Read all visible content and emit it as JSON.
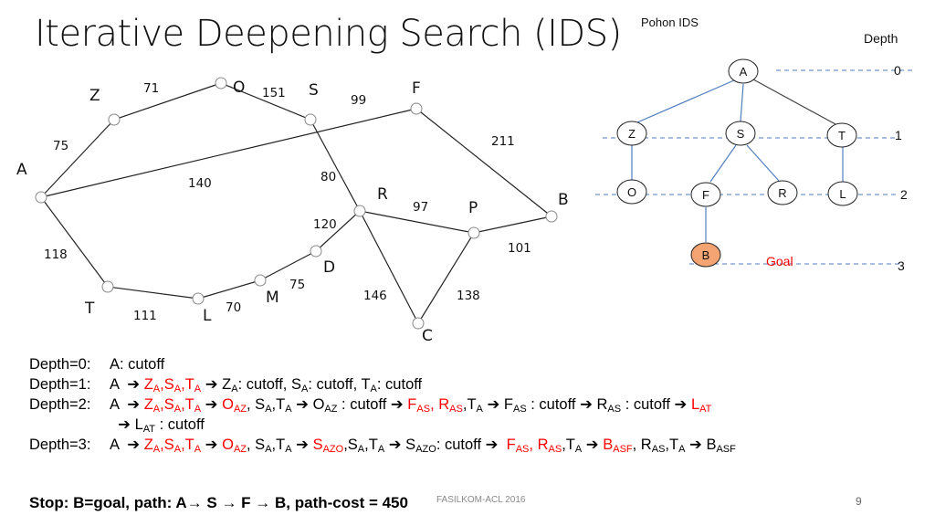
{
  "title": "Iterative Deepening Search (IDS)",
  "map": {
    "cities": [
      {
        "id": "A",
        "label": "A"
      },
      {
        "id": "Z",
        "label": "Z"
      },
      {
        "id": "O",
        "label": "O"
      },
      {
        "id": "S",
        "label": "S"
      },
      {
        "id": "F",
        "label": "F"
      },
      {
        "id": "R",
        "label": "R"
      },
      {
        "id": "P",
        "label": "P"
      },
      {
        "id": "B",
        "label": "B"
      },
      {
        "id": "C",
        "label": "C"
      },
      {
        "id": "D",
        "label": "D"
      },
      {
        "id": "M",
        "label": "M"
      },
      {
        "id": "L",
        "label": "L"
      },
      {
        "id": "T",
        "label": "T"
      }
    ],
    "roads": [
      {
        "from": "A",
        "to": "Z",
        "cost": "75"
      },
      {
        "from": "Z",
        "to": "O",
        "cost": "71"
      },
      {
        "from": "O",
        "to": "S",
        "cost": "151"
      },
      {
        "from": "A",
        "to": "F",
        "cost": "140"
      },
      {
        "from": "S",
        "to": "R",
        "cost": "80"
      },
      {
        "from": "F",
        "to": "B",
        "cost": "211"
      },
      {
        "from": "R",
        "to": "P",
        "cost": "97"
      },
      {
        "from": "P",
        "to": "B",
        "cost": "101"
      },
      {
        "from": "S",
        "to": "F",
        "cost": "99"
      },
      {
        "from": "R",
        "to": "D",
        "cost": "120"
      },
      {
        "from": "D",
        "to": "M",
        "cost": "75"
      },
      {
        "from": "M",
        "to": "L",
        "cost": "70"
      },
      {
        "from": "L",
        "to": "T",
        "cost": "111"
      },
      {
        "from": "T",
        "to": "A",
        "cost": "118"
      },
      {
        "from": "R",
        "to": "C",
        "cost": "146"
      },
      {
        "from": "P",
        "to": "C",
        "cost": "138"
      }
    ]
  },
  "tree": {
    "title": "Pohon IDS",
    "depth_header": "Depth",
    "nodes": [
      "A",
      "Z",
      "S",
      "T",
      "O",
      "F",
      "R",
      "L",
      "B"
    ],
    "depths": [
      "0",
      "1",
      "2",
      "3"
    ],
    "goal_label": "Goal",
    "colors": {
      "goal_fill": "#f4a472",
      "goal_text": "#ff0000",
      "edge": "#4f7dc1",
      "dashed": "#4f7dc1"
    }
  },
  "lines": {
    "d0": {
      "head": "Depth=0:",
      "text": "A: cutoff"
    },
    "d1": {
      "head": "Depth=1:",
      "a": "A",
      "zsa": "Z",
      "zsub": "A",
      "s": "S",
      "ssub": "A",
      "t": "T",
      "tsub": "A",
      "z2": "Z",
      "z2sub": "A",
      "c1": ": cutoff, ",
      "s2": "S",
      "s2sub": "A",
      "c2": ": cutoff, ",
      "t2": "T",
      "t2sub": "A",
      "c3": ": cutoff"
    },
    "d2": {
      "head": "Depth=2:",
      "o": "O",
      "osub": "AZ",
      "o2": "O",
      "o2sub": "AZ",
      "cut": " : cutoff ",
      "f": "F",
      "fsub": "AS",
      "r": "R",
      "rsub": "AS",
      "f2": "F",
      "f2sub": "AS",
      "r2": "R",
      "r2sub": "AS",
      "l": "L",
      "lsub": "AT",
      "l2": "L",
      "l2sub": "AT",
      "cutoff": " : cutoff"
    },
    "d3": {
      "head": "Depth=3:",
      "s3": "S",
      "s3sub": "AZO",
      "s4": "S",
      "s4sub": "AZO",
      "cut": ": cutoff ",
      "b": "B",
      "bsub": "ASF",
      "b2": "B",
      "b2sub": "ASF"
    }
  },
  "stop": "Stop: B=goal, path: A→ S → F → B, path-cost = 450",
  "footer": "FASILKOM-ACL 2016",
  "page_number": "9"
}
